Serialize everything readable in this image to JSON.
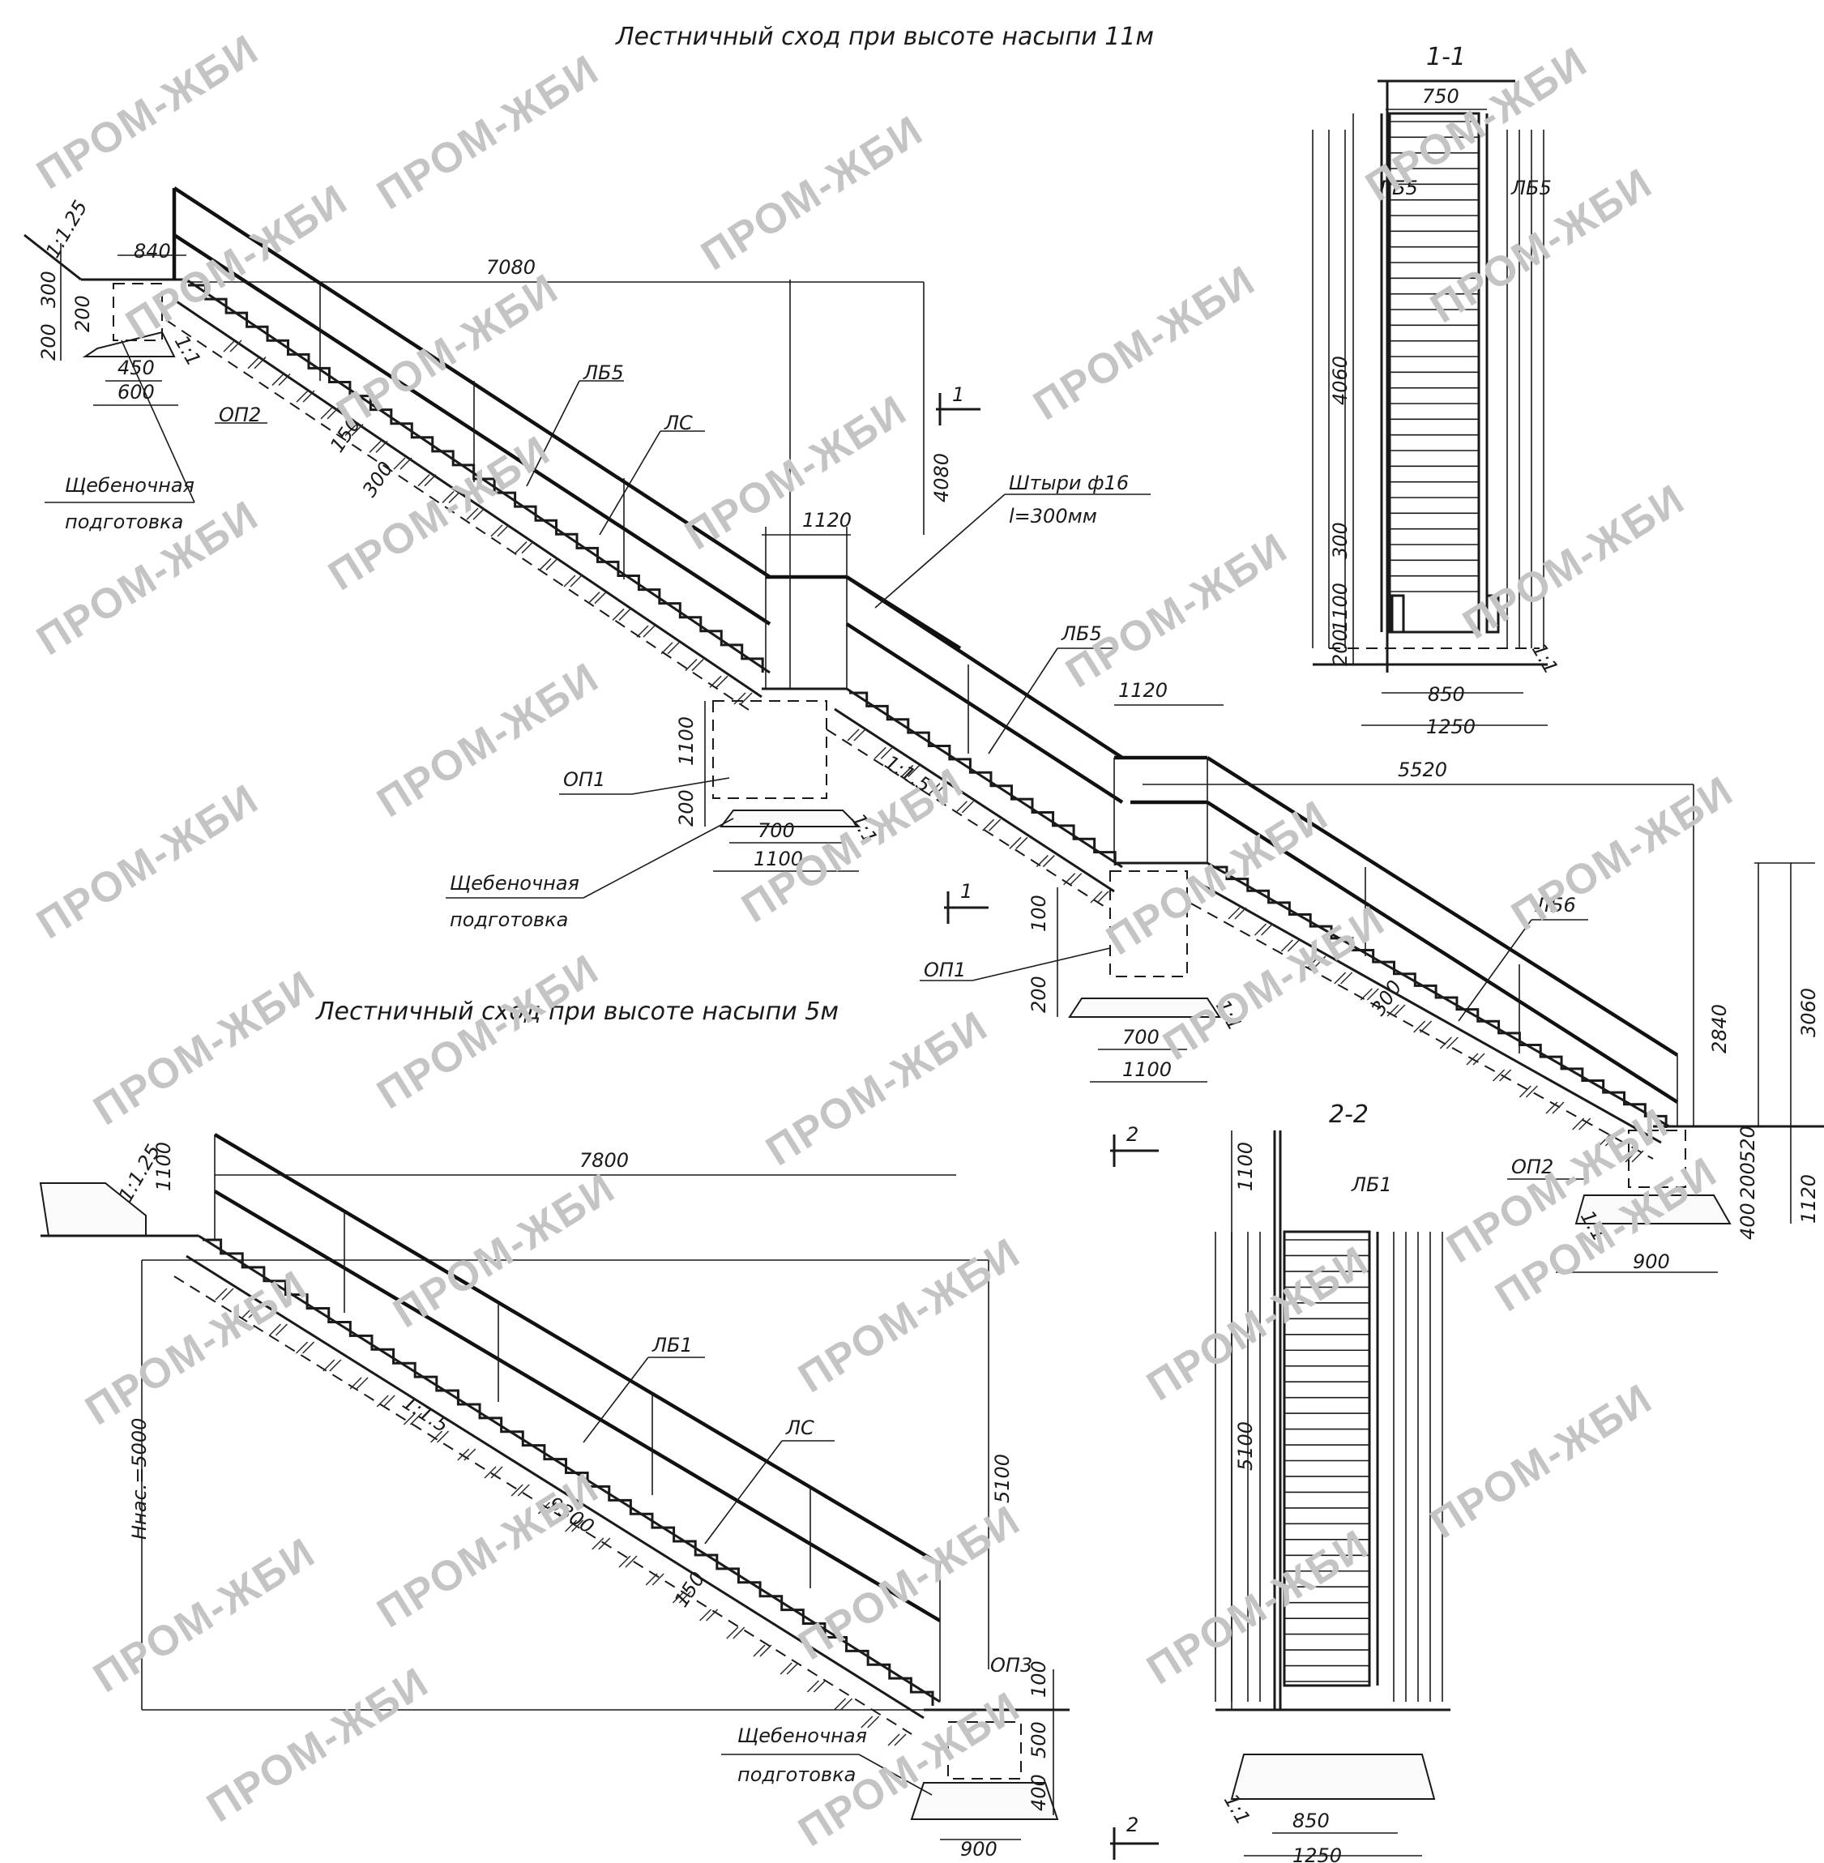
{
  "titles": {
    "top": "Лестничный сход при высоте насыпи 11м",
    "bottom": "Лестничный сход при высоте насыпи 5м"
  },
  "section_marks": {
    "s11": "1-1",
    "s22": "2-2",
    "cut1": "1",
    "cut2": "2"
  },
  "labels": {
    "lb5": "ЛБ5",
    "lb6": "ЛБ6",
    "lb1": "ЛБ1",
    "ls": "ЛС",
    "op1": "ОП1",
    "op2": "ОП2",
    "op3": "ОП3",
    "gravel_1": "Щебеночная",
    "gravel_2": "подготовка",
    "pins_1": "Штыри ф16",
    "pins_2": "l=300мм",
    "hnas": "Hнас.=5000"
  },
  "slopes": {
    "s1_125": "1:1.25",
    "s1_15": "1:1.5",
    "s1_1": "1:1"
  },
  "dims_top": {
    "d840": "840",
    "d300": "300",
    "d200a": "200",
    "d200b": "200",
    "d450": "450",
    "d600": "600",
    "d7080": "7080",
    "d4080": "4080",
    "d150": "150",
    "d300b": "300",
    "d1120a": "1120",
    "d1100a": "1100",
    "d200c": "200",
    "d700a": "700",
    "d1100b": "1100",
    "d1120b": "1120",
    "d5520": "5520",
    "d100": "100",
    "d200d": "200",
    "d700b": "700",
    "d1100c": "1100",
    "d300c": "300",
    "d2840": "2840",
    "d3060": "3060",
    "d520": "520",
    "d200e": "200",
    "d400": "400",
    "d1120c": "1120",
    "d900": "900"
  },
  "dims_section11": {
    "w750": "750",
    "h4060": "4060",
    "h300": "300",
    "h1100": "1100",
    "h200": "200",
    "w850": "850",
    "w1250": "1250"
  },
  "dims_bottom": {
    "d1100": "1100",
    "d7800": "7800",
    "d5100": "5100",
    "d9300": "9300",
    "d150": "150",
    "d100": "100",
    "d500": "500",
    "d400": "400",
    "d900": "900"
  },
  "dims_section22": {
    "h1100": "1100",
    "h5100": "5100",
    "w850": "850",
    "w1250": "1250"
  },
  "watermark": "ПРОМ-ЖБИ"
}
